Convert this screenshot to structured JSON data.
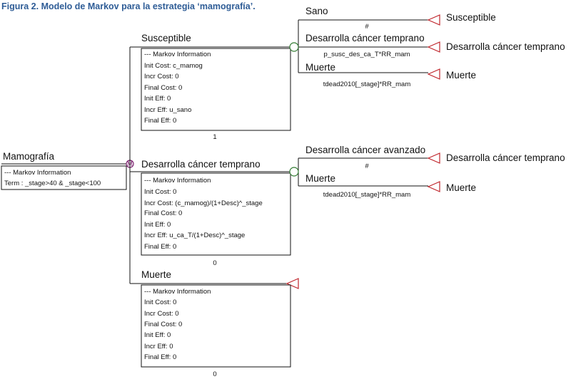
{
  "caption": "Figura 2. Modelo de Markov para la estrategia ‘mamografía’.",
  "root": {
    "label": "Mamografía",
    "node_symbol": "M",
    "info": [
      "--- Markov Information",
      "Term : _stage>40 & _stage<100"
    ]
  },
  "states": [
    {
      "label": "Susceptible",
      "info": [
        "--- Markov Information",
        "Init Cost: c_mamog",
        "Incr Cost: 0",
        "Final Cost: 0",
        "Init Eff: 0",
        "Incr Eff: u_sano",
        "Final Eff: 0"
      ],
      "prob": "1",
      "branches": [
        {
          "label": "Sano",
          "prob": "#",
          "terminal": "Susceptible"
        },
        {
          "label": "Desarrolla cáncer temprano",
          "prob": "p_susc_des_ca_T*RR_mam",
          "terminal": "Desarrolla cáncer temprano"
        },
        {
          "label": "Muerte",
          "prob": "tdead2010[_stage]*RR_mam",
          "terminal": "Muerte"
        }
      ]
    },
    {
      "label": "Desarrolla cáncer temprano",
      "info": [
        "--- Markov Information",
        "Init Cost: 0",
        "Incr Cost: (c_mamog)/(1+Desc)^_stage",
        "Final Cost: 0",
        "Init Eff: 0",
        "Incr Eff: u_ca_T/(1+Desc)^_stage",
        "Final Eff: 0"
      ],
      "prob": "0",
      "branches": [
        {
          "label": "Desarrolla cáncer avanzado",
          "prob": "#",
          "terminal": "Desarrolla cáncer temprano"
        },
        {
          "label": "Muerte",
          "prob": "tdead2010[_stage]*RR_mam",
          "terminal": "Muerte"
        }
      ]
    },
    {
      "label": "Muerte",
      "info": [
        "--- Markov Information",
        "Init Cost: 0",
        "Incr Cost: 0",
        "Final Cost: 0",
        "Init Eff: 0",
        "Incr Eff: 0",
        "Final Eff: 0"
      ],
      "prob": "0"
    }
  ],
  "colors": {
    "caption": "#2e5c96",
    "terminal_node": "#c0262c",
    "chance_node": "#2f7a2f",
    "markov_node": "#7a1f6e"
  }
}
